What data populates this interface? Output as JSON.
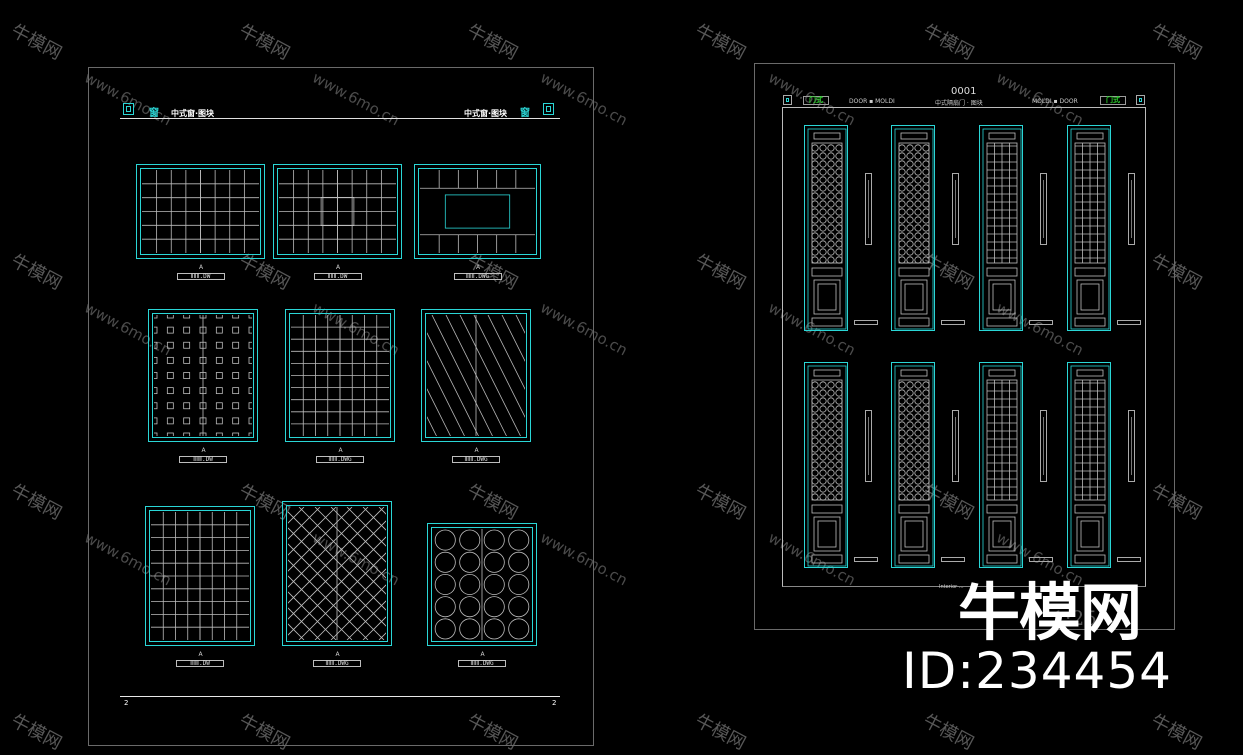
{
  "left_sheet": {
    "header_left_title": "中式窗·图块",
    "header_right_title": "中式窗·图块",
    "header_glyph": "窗",
    "page_left": "2",
    "page_right": "2",
    "tick": "A",
    "windows": [
      {
        "label": "ⅡⅡⅡ.DW"
      },
      {
        "label": "ⅡⅡⅡ.DW"
      },
      {
        "label": "ⅡⅡⅡ.DWG"
      },
      {
        "label": "ⅡⅡⅡ.DW"
      },
      {
        "label": "ⅡⅡⅡ.DWG"
      },
      {
        "label": "ⅡⅡⅡ.DWG"
      },
      {
        "label": "ⅡⅡⅡ.DW"
      },
      {
        "label": "ⅡⅡⅡ.DWG"
      },
      {
        "label": "ⅡⅡⅡ.DWG"
      }
    ]
  },
  "right_sheet": {
    "sheet_number": "0001",
    "title": "中式隔扇门 · 图块",
    "left_caption": "DOOR ▪ MOLDI",
    "right_caption": "MOLDI ▪ DOOR",
    "tag_label": "门式",
    "bottom_caption": "Interior ..."
  },
  "brand": {
    "name": "牛模网",
    "id": "ID:234454",
    "scale": "1:25"
  },
  "watermark": {
    "text": "牛模网",
    "url": "www.6mo.cn"
  },
  "colors": {
    "cyan": "#2ad6d6",
    "line": "#bdbdbd",
    "green": "#2bd12b"
  }
}
